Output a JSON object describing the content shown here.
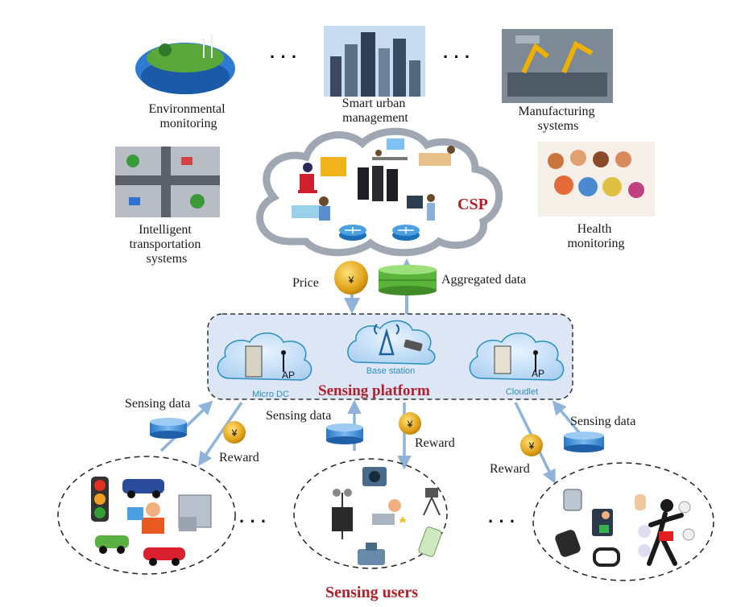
{
  "applications": [
    {
      "line1": "Environmental",
      "line2": "monitoring"
    },
    {
      "line1": "Smart urban",
      "line2": "management"
    },
    {
      "line1": "Manufacturing",
      "line2": "systems"
    },
    {
      "line1": "Intelligent",
      "line2": "transportation",
      "line3": "systems"
    },
    {
      "line1": "Health",
      "line2": "monitoring"
    }
  ],
  "ellipsis": "· · ·",
  "csp": {
    "label": "CSP"
  },
  "flows": {
    "price": "Price",
    "aggregated_data": "Aggregated data",
    "sensing_data": "Sensing data",
    "reward": "Reward"
  },
  "platform": {
    "title": "Sensing platform",
    "micro_dc": "Micro DC",
    "base_station": "Base station",
    "cloudlet": "Cloudlet",
    "ap": "AP"
  },
  "users": {
    "title": "Sensing users"
  },
  "colors": {
    "accent_red": "#b3202a",
    "label_blue": "#2a8fc0",
    "arrow_blue": "#8fb3d9",
    "platform_fill": "#dde6f4"
  }
}
